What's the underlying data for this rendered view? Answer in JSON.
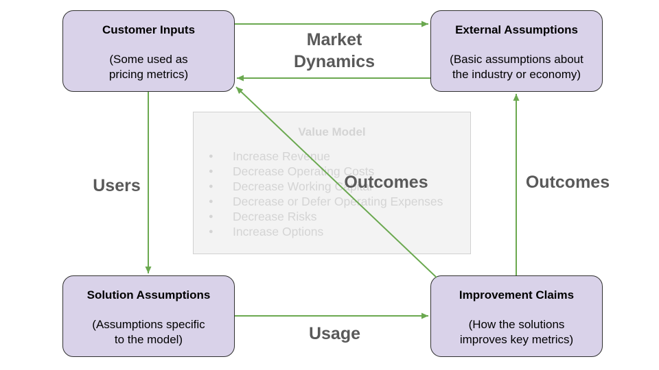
{
  "nodes": {
    "customer_inputs": {
      "title": "Customer Inputs",
      "description": "(Some used as\npricing metrics)"
    },
    "external_assumptions": {
      "title": "External Assumptions",
      "description": "(Basic assumptions about\nthe industry or economy)"
    },
    "solution_assumptions": {
      "title": "Solution Assumptions",
      "description": "(Assumptions specific\nto the model)"
    },
    "improvement_claims": {
      "title": "Improvement Claims",
      "description": "(How the solutions\nimproves key metrics)"
    }
  },
  "edges": {
    "market_dynamics": "Market\nDynamics",
    "users": "Users",
    "outcomes_center": "Outcomes",
    "outcomes_right": "Outcomes",
    "usage": "Usage"
  },
  "value_model": {
    "title": "Value Model",
    "items": [
      "Increase Revenue",
      "Decrease Operating Costs",
      "Decrease Working Capital",
      "Decrease or Defer Operating Expenses",
      "Decrease Risks",
      "Increase Options"
    ]
  },
  "colors": {
    "node_fill": "#d9d2e9",
    "node_border": "#2f2f2f",
    "arrow": "#6aa84f",
    "edge_label": "#595959",
    "value_model_text": "#d4d4d4"
  }
}
